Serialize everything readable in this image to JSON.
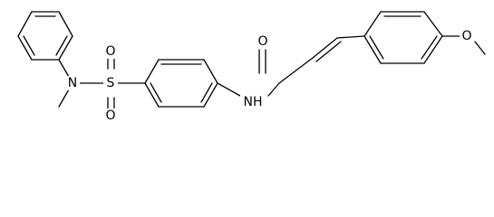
{
  "atoms": {
    "nitrogen_sulfonamide": "N",
    "sulfur": "S",
    "oxygen_sulfonyl_top": "O",
    "oxygen_sulfonyl_bottom": "O",
    "nitrogen_amide": "NH",
    "oxygen_carbonyl": "O",
    "oxygen_methoxy": "O"
  },
  "colors": {
    "bond": "#000000",
    "background": "#ffffff"
  }
}
